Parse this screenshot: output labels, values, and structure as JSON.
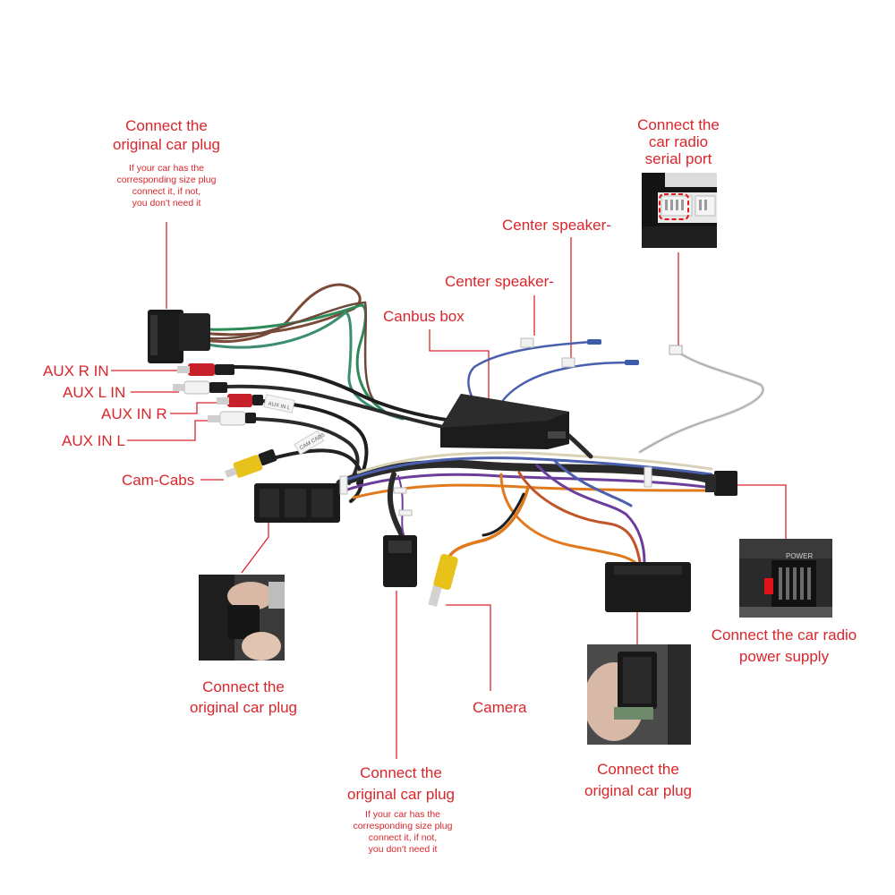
{
  "labels": {
    "top_left_plug": {
      "title": [
        "Connect the",
        "original car plug"
      ],
      "note": [
        "If your car has the",
        "corresponding size plug",
        "connect it, if not,",
        "you don't need it"
      ]
    },
    "serial_port": [
      "Connect the",
      "car radio",
      "serial port"
    ],
    "center_speaker_1": "Center speaker-",
    "center_speaker_2": "Center speaker-",
    "canbus_box": "Canbus box",
    "aux_r_in": "AUX R IN",
    "aux_l_in": "AUX L IN",
    "aux_in_r": "AUX IN R",
    "aux_in_l": "AUX IN L",
    "cam_cabs": "Cam-Cabs",
    "left_plug": [
      "Connect the",
      "original car plug"
    ],
    "camera": "Camera",
    "power_supply": [
      "Connect the car radio",
      "power supply"
    ],
    "bottom_center_plug": {
      "title": [
        "Connect the",
        "original car plug"
      ],
      "note": [
        "If your car has the",
        "corresponding size plug",
        "connect it, if not,",
        "you don't need it"
      ]
    },
    "right_plug": [
      "Connect the",
      "original car plug"
    ]
  },
  "photo_marks": {
    "power_label": "POWER",
    "cable_tag_1": "AUX IN L",
    "cable_tag_2": "CAM CABS"
  },
  "colors": {
    "label_red": "#d9262c",
    "connector_black": "#1a1a1a",
    "wire_green": "#2f8a5a",
    "wire_brown": "#7a4a36",
    "wire_blue": "#4a5fae",
    "wire_purple": "#6a3e9a",
    "wire_orange": "#e07a1c",
    "rca_red": "#c8202a",
    "rca_yellow": "#e6c21a"
  }
}
